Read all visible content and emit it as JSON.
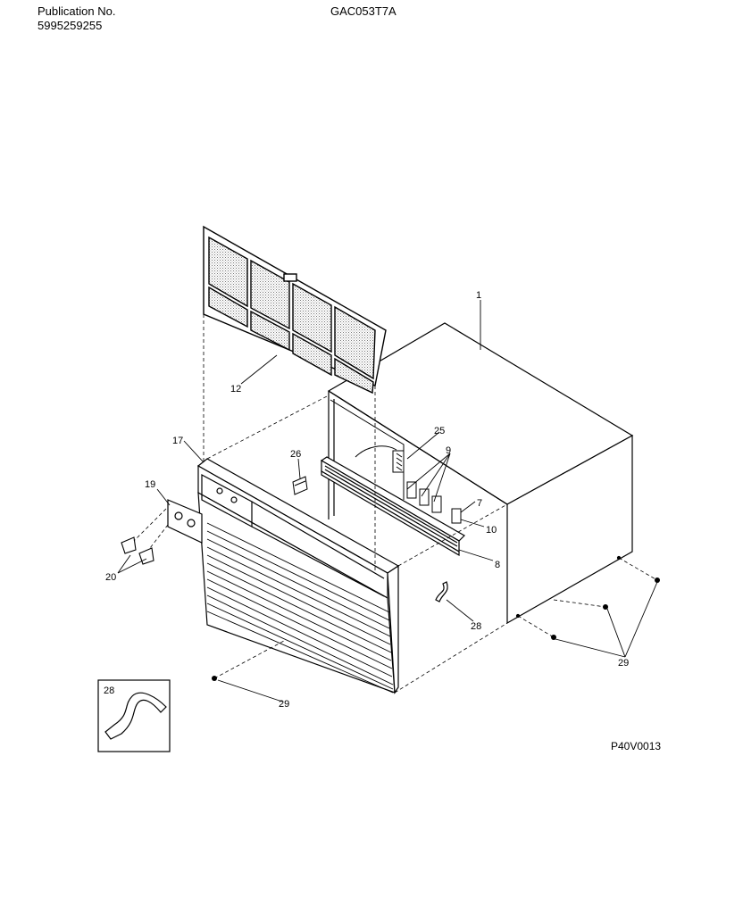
{
  "header": {
    "publication_label": "Publication No.",
    "publication_number": "5995259255",
    "model_number": "GAC053T7A"
  },
  "diagram_code": "P40V0013",
  "callouts": {
    "c1": "1",
    "c7": "7",
    "c8": "8",
    "c9": "9",
    "c10": "10",
    "c12": "12",
    "c17": "17",
    "c19": "19",
    "c20": "20",
    "c25": "25",
    "c26": "26",
    "c28_inset": "28",
    "c28": "28",
    "c29_left": "29",
    "c29_right": "29"
  }
}
